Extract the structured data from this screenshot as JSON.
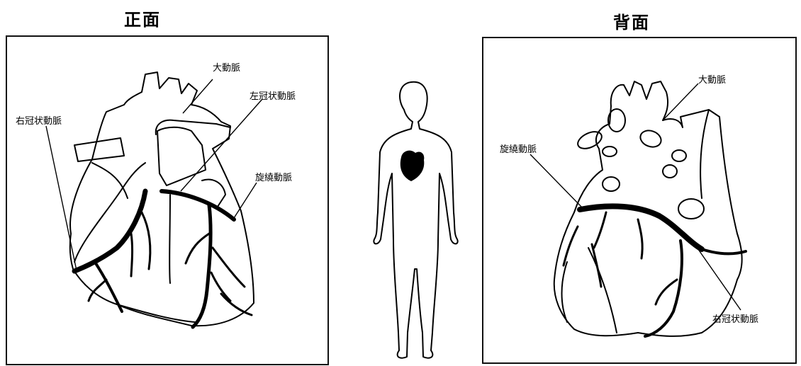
{
  "front": {
    "title": "正面",
    "labels": {
      "aorta": "大動脈",
      "left_coronary": "左冠状動脈",
      "right_coronary": "右冠状動脈",
      "circumflex": "旋繞動脈"
    }
  },
  "back": {
    "title": "背面",
    "labels": {
      "aorta": "大動脈",
      "circumflex": "旋繞動脈",
      "right_coronary": "右冠状動脈"
    }
  }
}
